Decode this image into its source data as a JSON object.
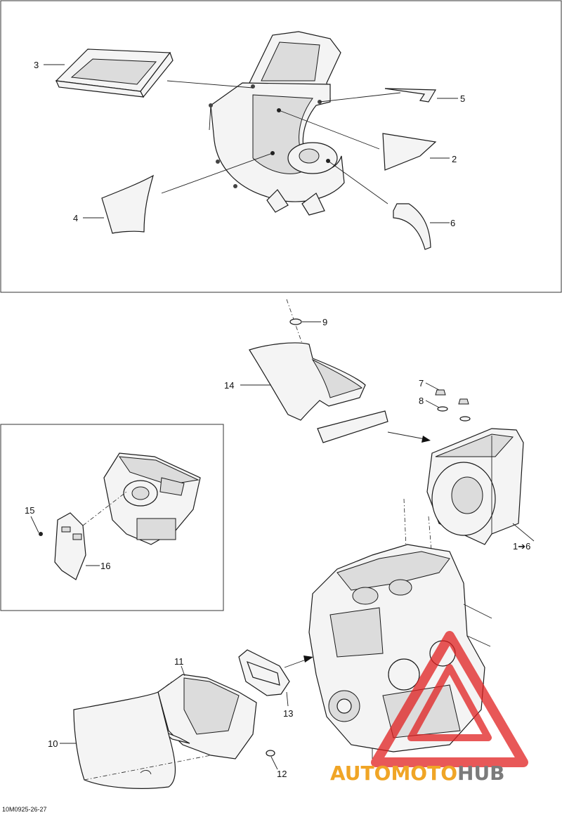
{
  "callouts": {
    "c1": "1➔6",
    "c2": "2",
    "c3": "3",
    "c4": "4",
    "c5": "5",
    "c6": "6",
    "c7": "7",
    "c8": "8",
    "c9": "9",
    "c10": "10",
    "c11": "11",
    "c12": "12",
    "c13": "13",
    "c14": "14",
    "c15": "15",
    "c16": "16"
  },
  "drawing_code": "10M0925-26-27",
  "watermark": {
    "part1": "AUTOMOTO",
    "part2": "HUB",
    "colors": {
      "orange": "#f0a526",
      "grey": "#7b7b7b",
      "red": "#e02020"
    }
  }
}
